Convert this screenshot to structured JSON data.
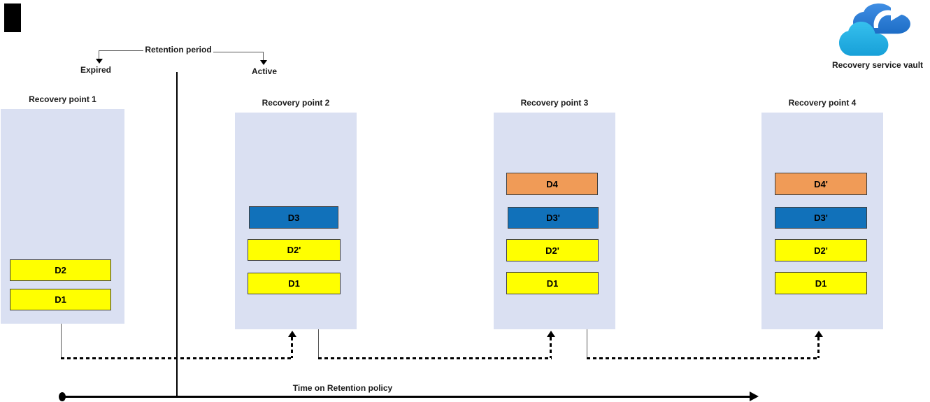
{
  "annotations": {
    "retention_period": "Retention period",
    "expired": "Expired",
    "active": "Active"
  },
  "vault": {
    "label": "Recovery service vault"
  },
  "recovery_points": [
    {
      "title": "Recovery point 1",
      "blocks": [
        {
          "label": "D2",
          "color": "yellow"
        },
        {
          "label": "D1",
          "color": "yellow"
        }
      ]
    },
    {
      "title": "Recovery point 2",
      "blocks": [
        {
          "label": "D3",
          "color": "blue"
        },
        {
          "label": "D2'",
          "color": "yellow"
        },
        {
          "label": "D1",
          "color": "yellow"
        }
      ]
    },
    {
      "title": "Recovery point 3",
      "blocks": [
        {
          "label": "D4",
          "color": "orange"
        },
        {
          "label": "D3'",
          "color": "blue"
        },
        {
          "label": "D2'",
          "color": "yellow"
        },
        {
          "label": "D1",
          "color": "yellow"
        }
      ]
    },
    {
      "title": "Recovery point 4",
      "blocks": [
        {
          "label": "D4'",
          "color": "orange"
        },
        {
          "label": "D3'",
          "color": "blue"
        },
        {
          "label": "D2'",
          "color": "yellow"
        },
        {
          "label": "D1",
          "color": "yellow"
        }
      ]
    }
  ],
  "timeline": {
    "label": "Time on Retention policy"
  },
  "colors": {
    "yellow": "#ffff00",
    "blue": "#1171ba",
    "orange": "#f09b57",
    "box_bg": "#dae0f2",
    "black_rect": "#000000"
  }
}
